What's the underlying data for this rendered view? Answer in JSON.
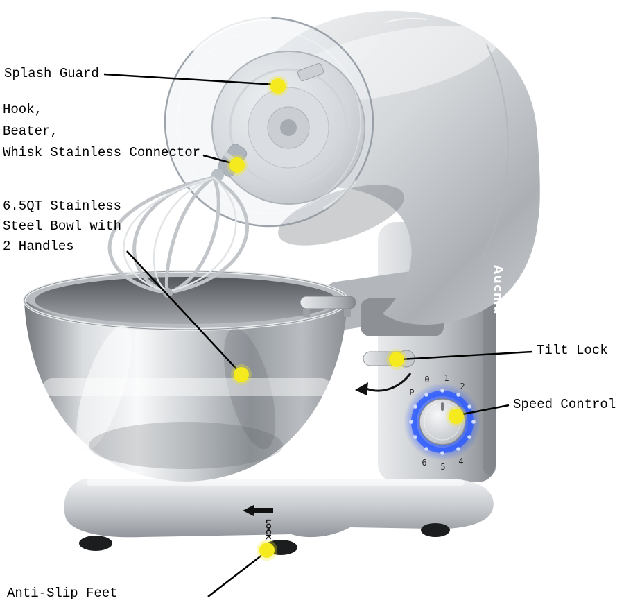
{
  "annotations": {
    "splash_guard": "Splash Guard",
    "connector": {
      "line1": "Hook,",
      "line2": "Beater,",
      "line3": "Whisk Stainless Connector"
    },
    "bowl": {
      "line1": "6.5QT Stainless",
      "line2": "Steel Bowl with",
      "line3": "2 Handles"
    },
    "tilt_lock": "Tilt Lock",
    "speed_control": "Speed Control",
    "anti_slip_feet": "Anti-Slip Feet"
  },
  "product": {
    "brand": "Aucma",
    "lock_label": "LOCK",
    "dial": {
      "p": "P",
      "n0": "0",
      "n1": "1",
      "n2": "2",
      "n4": "4",
      "n5": "5",
      "n6": "6"
    }
  },
  "colors": {
    "callout_line": "#000000",
    "callout_dot": "#F4EA1E",
    "knob_glow_blue": "#2E5BFF"
  }
}
